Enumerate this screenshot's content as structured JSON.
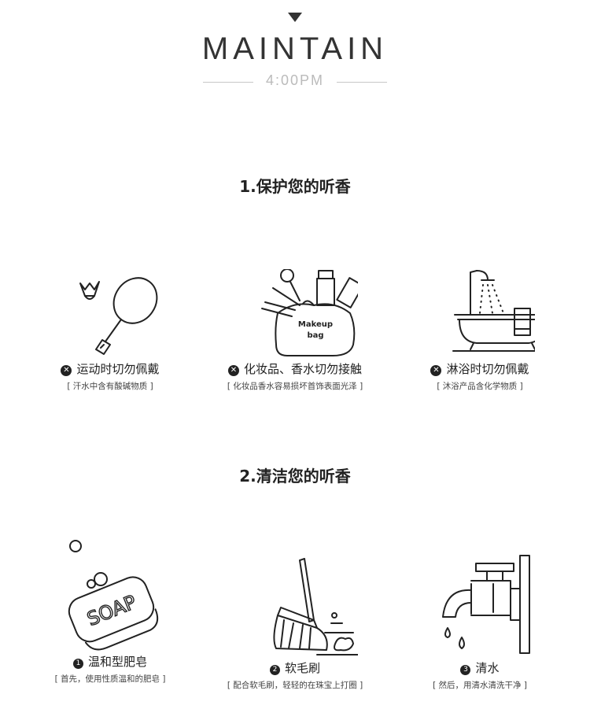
{
  "header": {
    "brand": "MAINTAIN",
    "time": "4:00PM",
    "arrow_icon": "triangle-down-icon"
  },
  "section1": {
    "title": "1.保护您的听香",
    "items": [
      {
        "icon": "badminton-racket-icon",
        "marker": "✕",
        "label": "运动时切勿佩戴",
        "note": "[ 汗水中含有酸碱物质 ]"
      },
      {
        "icon": "makeup-bag-icon",
        "bag_text_1": "Makeup",
        "bag_text_2": "bag",
        "marker": "✕",
        "label": "化妆品、香水切勿接触",
        "note": "[ 化妆品香水容易损坏首饰表面光泽 ]"
      },
      {
        "icon": "bathtub-icon",
        "marker": "✕",
        "label": "淋浴时切勿佩戴",
        "note": "[ 沐浴产品含化学物质 ]"
      }
    ]
  },
  "section2": {
    "title": "2.清洁您的听香",
    "items": [
      {
        "icon": "soap-icon",
        "soap_text": "SOAP",
        "marker": "1",
        "label": "温和型肥皂",
        "note": "[ 首先，使用性质温和的肥皂 ]"
      },
      {
        "icon": "broom-icon",
        "marker": "2",
        "label": "软毛刷",
        "note": "[ 配合软毛刷，轻轻的在珠宝上打圈 ]"
      },
      {
        "icon": "faucet-icon",
        "marker": "3",
        "label": "清水",
        "note": "[ 然后，用清水清洗干净 ]"
      }
    ]
  },
  "colors": {
    "ink": "#222222",
    "muted": "#bbbbbb"
  }
}
